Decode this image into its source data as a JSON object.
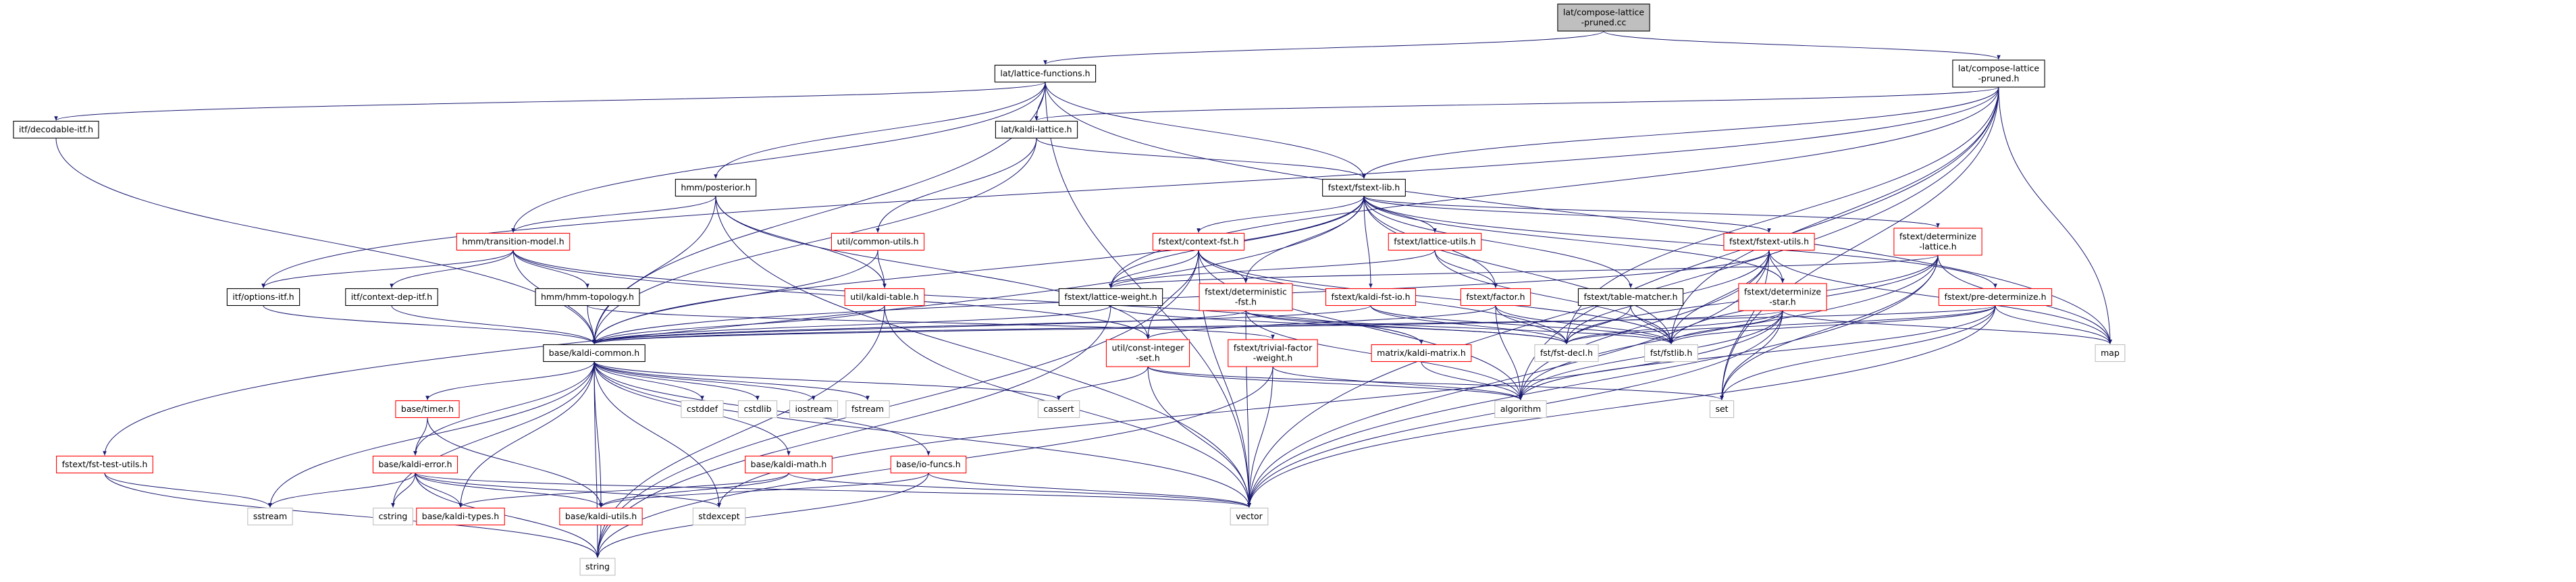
{
  "colors": {
    "root_fill": "#bfbfbf",
    "node_fill": "#ffffff",
    "border_black": "#000000",
    "border_red": "#ff0000",
    "border_gray": "#bfbfbf",
    "edge": "#191970"
  },
  "nodes": [
    {
      "id": "compose-lattice-pruned-cc",
      "lines": [
        "lat/compose-lattice",
        "-pruned.cc"
      ],
      "border": "root"
    },
    {
      "id": "lattice-functions-h",
      "lines": [
        "lat/lattice-functions.h"
      ],
      "border": "black"
    },
    {
      "id": "compose-lattice-pruned-h",
      "lines": [
        "lat/compose-lattice",
        "-pruned.h"
      ],
      "border": "black"
    },
    {
      "id": "decodable-itf-h",
      "lines": [
        "itf/decodable-itf.h"
      ],
      "border": "black"
    },
    {
      "id": "kaldi-lattice-h",
      "lines": [
        "lat/kaldi-lattice.h"
      ],
      "border": "black"
    },
    {
      "id": "posterior-h",
      "lines": [
        "hmm/posterior.h"
      ],
      "border": "black"
    },
    {
      "id": "fstext-lib-h",
      "lines": [
        "fstext/fstext-lib.h"
      ],
      "border": "black"
    },
    {
      "id": "transition-model-h",
      "lines": [
        "hmm/transition-model.h"
      ],
      "border": "red"
    },
    {
      "id": "common-utils-h",
      "lines": [
        "util/common-utils.h"
      ],
      "border": "red"
    },
    {
      "id": "context-fst-h",
      "lines": [
        "fstext/context-fst.h"
      ],
      "border": "red"
    },
    {
      "id": "lattice-utils-h",
      "lines": [
        "fstext/lattice-utils.h"
      ],
      "border": "red"
    },
    {
      "id": "fstext-utils-h",
      "lines": [
        "fstext/fstext-utils.h"
      ],
      "border": "red"
    },
    {
      "id": "determinize-lattice-h",
      "lines": [
        "fstext/determinize",
        "-lattice.h"
      ],
      "border": "red"
    },
    {
      "id": "options-itf-h",
      "lines": [
        "itf/options-itf.h"
      ],
      "border": "black"
    },
    {
      "id": "context-dep-itf-h",
      "lines": [
        "itf/context-dep-itf.h"
      ],
      "border": "black"
    },
    {
      "id": "hmm-topology-h",
      "lines": [
        "hmm/hmm-topology.h"
      ],
      "border": "black"
    },
    {
      "id": "kaldi-table-h",
      "lines": [
        "util/kaldi-table.h"
      ],
      "border": "red"
    },
    {
      "id": "lattice-weight-h",
      "lines": [
        "fstext/lattice-weight.h"
      ],
      "border": "black"
    },
    {
      "id": "deterministic-fst-h",
      "lines": [
        "fstext/deterministic",
        "-fst.h"
      ],
      "border": "red"
    },
    {
      "id": "kaldi-fst-io-h",
      "lines": [
        "fstext/kaldi-fst-io.h"
      ],
      "border": "red"
    },
    {
      "id": "factor-h",
      "lines": [
        "fstext/factor.h"
      ],
      "border": "red"
    },
    {
      "id": "table-matcher-h",
      "lines": [
        "fstext/table-matcher.h"
      ],
      "border": "black"
    },
    {
      "id": "determinize-star-h",
      "lines": [
        "fstext/determinize",
        "-star.h"
      ],
      "border": "red"
    },
    {
      "id": "pre-determinize-h",
      "lines": [
        "fstext/pre-determinize.h"
      ],
      "border": "red"
    },
    {
      "id": "kaldi-common-h",
      "lines": [
        "base/kaldi-common.h"
      ],
      "border": "black"
    },
    {
      "id": "const-integer-set-h",
      "lines": [
        "util/const-integer",
        "-set.h"
      ],
      "border": "red"
    },
    {
      "id": "trivial-factor-weight-h",
      "lines": [
        "fstext/trivial-factor",
        "-weight.h"
      ],
      "border": "red"
    },
    {
      "id": "kaldi-matrix-h",
      "lines": [
        "matrix/kaldi-matrix.h"
      ],
      "border": "red"
    },
    {
      "id": "fst-decl-h",
      "lines": [
        "fst/fst-decl.h"
      ],
      "border": "gray"
    },
    {
      "id": "fstlib-h",
      "lines": [
        "fst/fstlib.h"
      ],
      "border": "gray"
    },
    {
      "id": "map",
      "lines": [
        "map"
      ],
      "border": "gray"
    },
    {
      "id": "fstext-test-utils-h",
      "lines": [
        "fstext/fst-test-utils.h"
      ],
      "border": "red"
    },
    {
      "id": "timer-h",
      "lines": [
        "base/timer.h"
      ],
      "border": "red"
    },
    {
      "id": "cstddef",
      "lines": [
        "cstddef"
      ],
      "border": "gray"
    },
    {
      "id": "cstdlib",
      "lines": [
        "cstdlib"
      ],
      "border": "gray"
    },
    {
      "id": "iostream",
      "lines": [
        "iostream"
      ],
      "border": "gray"
    },
    {
      "id": "fstream",
      "lines": [
        "fstream"
      ],
      "border": "gray"
    },
    {
      "id": "cassert",
      "lines": [
        "cassert"
      ],
      "border": "gray"
    },
    {
      "id": "algorithm",
      "lines": [
        "algorithm"
      ],
      "border": "gray"
    },
    {
      "id": "set",
      "lines": [
        "set"
      ],
      "border": "gray"
    },
    {
      "id": "kaldi-error-h",
      "lines": [
        "base/kaldi-error.h"
      ],
      "border": "red"
    },
    {
      "id": "kaldi-math-h",
      "lines": [
        "base/kaldi-math.h"
      ],
      "border": "red"
    },
    {
      "id": "io-funcs-h",
      "lines": [
        "base/io-funcs.h"
      ],
      "border": "red"
    },
    {
      "id": "sstream",
      "lines": [
        "sstream"
      ],
      "border": "gray"
    },
    {
      "id": "cstring",
      "lines": [
        "cstring"
      ],
      "border": "gray"
    },
    {
      "id": "kaldi-types-h",
      "lines": [
        "base/kaldi-types.h"
      ],
      "border": "red"
    },
    {
      "id": "kaldi-utils-h",
      "lines": [
        "base/kaldi-utils.h"
      ],
      "border": "red"
    },
    {
      "id": "stdexcept",
      "lines": [
        "stdexcept"
      ],
      "border": "gray"
    },
    {
      "id": "vector",
      "lines": [
        "vector"
      ],
      "border": "gray"
    },
    {
      "id": "string",
      "lines": [
        "string"
      ],
      "border": "gray"
    }
  ],
  "edges": [
    [
      "compose-lattice-pruned-cc",
      "lattice-functions-h"
    ],
    [
      "compose-lattice-pruned-cc",
      "compose-lattice-pruned-h"
    ],
    [
      "lattice-functions-h",
      "decodable-itf-h"
    ],
    [
      "lattice-functions-h",
      "kaldi-lattice-h"
    ],
    [
      "lattice-functions-h",
      "posterior-h"
    ],
    [
      "lattice-functions-h",
      "fstext-lib-h"
    ],
    [
      "lattice-functions-h",
      "transition-model-h"
    ],
    [
      "lattice-functions-h",
      "kaldi-common-h"
    ],
    [
      "lattice-functions-h",
      "map"
    ],
    [
      "lattice-functions-h",
      "vector"
    ],
    [
      "compose-lattice-pruned-h",
      "kaldi-lattice-h"
    ],
    [
      "compose-lattice-pruned-h",
      "fstext-lib-h"
    ],
    [
      "compose-lattice-pruned-h",
      "fst-decl-h"
    ],
    [
      "compose-lattice-pruned-h",
      "fstlib-h"
    ],
    [
      "compose-lattice-pruned-h",
      "map"
    ],
    [
      "compose-lattice-pruned-h",
      "set"
    ],
    [
      "compose-lattice-pruned-h",
      "vector"
    ],
    [
      "compose-lattice-pruned-h",
      "algorithm"
    ],
    [
      "compose-lattice-pruned-h",
      "lattice-weight-h"
    ],
    [
      "compose-lattice-pruned-h",
      "options-itf-h"
    ],
    [
      "decodable-itf-h",
      "kaldi-common-h"
    ],
    [
      "kaldi-lattice-h",
      "fstext-lib-h"
    ],
    [
      "kaldi-lattice-h",
      "common-utils-h"
    ],
    [
      "kaldi-lattice-h",
      "kaldi-common-h"
    ],
    [
      "posterior-h",
      "transition-model-h"
    ],
    [
      "posterior-h",
      "kaldi-common-h"
    ],
    [
      "posterior-h",
      "kaldi-table-h"
    ],
    [
      "posterior-h",
      "const-integer-set-h"
    ],
    [
      "posterior-h",
      "vector"
    ],
    [
      "fstext-lib-h",
      "context-fst-h"
    ],
    [
      "fstext-lib-h",
      "lattice-utils-h"
    ],
    [
      "fstext-lib-h",
      "fstext-utils-h"
    ],
    [
      "fstext-lib-h",
      "determinize-lattice-h"
    ],
    [
      "fstext-lib-h",
      "lattice-weight-h"
    ],
    [
      "fstext-lib-h",
      "deterministic-fst-h"
    ],
    [
      "fstext-lib-h",
      "kaldi-fst-io-h"
    ],
    [
      "fstext-lib-h",
      "factor-h"
    ],
    [
      "fstext-lib-h",
      "table-matcher-h"
    ],
    [
      "fstext-lib-h",
      "determinize-star-h"
    ],
    [
      "fstext-lib-h",
      "pre-determinize-h"
    ],
    [
      "fstext-lib-h",
      "fstlib-h"
    ],
    [
      "fstext-lib-h",
      "fstext-test-utils-h"
    ],
    [
      "fstext-lib-h",
      "kaldi-common-h"
    ],
    [
      "transition-model-h",
      "options-itf-h"
    ],
    [
      "transition-model-h",
      "context-dep-itf-h"
    ],
    [
      "transition-model-h",
      "hmm-topology-h"
    ],
    [
      "transition-model-h",
      "kaldi-common-h"
    ],
    [
      "transition-model-h",
      "const-integer-set-h"
    ],
    [
      "transition-model-h",
      "kaldi-matrix-h"
    ],
    [
      "common-utils-h",
      "kaldi-table-h"
    ],
    [
      "common-utils-h",
      "kaldi-common-h"
    ],
    [
      "context-fst-h",
      "lattice-weight-h"
    ],
    [
      "context-fst-h",
      "deterministic-fst-h"
    ],
    [
      "context-fst-h",
      "const-integer-set-h"
    ],
    [
      "context-fst-h",
      "fst-decl-h"
    ],
    [
      "context-fst-h",
      "fstlib-h"
    ],
    [
      "context-fst-h",
      "algorithm"
    ],
    [
      "context-fst-h",
      "string"
    ],
    [
      "context-fst-h",
      "vector"
    ],
    [
      "lattice-utils-h",
      "factor-h"
    ],
    [
      "lattice-utils-h",
      "fstlib-h"
    ],
    [
      "lattice-utils-h",
      "lattice-weight-h"
    ],
    [
      "fstext-utils-h",
      "determinize-star-h"
    ],
    [
      "fstext-utils-h",
      "fst-decl-h"
    ],
    [
      "fstext-utils-h",
      "fstlib-h"
    ],
    [
      "fstext-utils-h",
      "map"
    ],
    [
      "fstext-utils-h",
      "set"
    ],
    [
      "fstext-utils-h",
      "vector"
    ],
    [
      "fstext-utils-h",
      "algorithm"
    ],
    [
      "fstext-utils-h",
      "kaldi-common-h"
    ],
    [
      "determinize-lattice-h",
      "lattice-weight-h"
    ],
    [
      "determinize-lattice-h",
      "fst-decl-h"
    ],
    [
      "determinize-lattice-h",
      "fstlib-h"
    ],
    [
      "determinize-lattice-h",
      "algorithm"
    ],
    [
      "determinize-lattice-h",
      "map"
    ],
    [
      "determinize-lattice-h",
      "set"
    ],
    [
      "determinize-lattice-h",
      "vector"
    ],
    [
      "options-itf-h",
      "kaldi-common-h"
    ],
    [
      "context-dep-itf-h",
      "kaldi-common-h"
    ],
    [
      "hmm-topology-h",
      "kaldi-common-h"
    ],
    [
      "hmm-topology-h",
      "trivial-factor-weight-h"
    ],
    [
      "kaldi-table-h",
      "kaldi-common-h"
    ],
    [
      "kaldi-table-h",
      "string"
    ],
    [
      "kaldi-table-h",
      "vector"
    ],
    [
      "lattice-weight-h",
      "kaldi-common-h"
    ],
    [
      "lattice-weight-h",
      "fst-decl-h"
    ],
    [
      "lattice-weight-h",
      "string"
    ],
    [
      "deterministic-fst-h",
      "fst-decl-h"
    ],
    [
      "deterministic-fst-h",
      "fstlib-h"
    ],
    [
      "deterministic-fst-h",
      "algorithm"
    ],
    [
      "deterministic-fst-h",
      "vector"
    ],
    [
      "deterministic-fst-h",
      "kaldi-common-h"
    ],
    [
      "kaldi-fst-io-h",
      "fst-decl-h"
    ],
    [
      "kaldi-fst-io-h",
      "fstlib-h"
    ],
    [
      "kaldi-fst-io-h",
      "kaldi-common-h"
    ],
    [
      "factor-h",
      "fst-decl-h"
    ],
    [
      "factor-h",
      "fstlib-h"
    ],
    [
      "factor-h",
      "const-integer-set-h"
    ],
    [
      "factor-h",
      "algorithm"
    ],
    [
      "table-matcher-h",
      "fst-decl-h"
    ],
    [
      "table-matcher-h",
      "fstlib-h"
    ],
    [
      "determinize-star-h",
      "fst-decl-h"
    ],
    [
      "determinize-star-h",
      "fstlib-h"
    ],
    [
      "determinize-star-h",
      "algorithm"
    ],
    [
      "determinize-star-h",
      "map"
    ],
    [
      "determinize-star-h",
      "set"
    ],
    [
      "determinize-star-h",
      "vector"
    ],
    [
      "determinize-star-h",
      "stdexcept"
    ],
    [
      "determinize-star-h",
      "kaldi-common-h"
    ],
    [
      "pre-determinize-h",
      "fst-decl-h"
    ],
    [
      "pre-determinize-h",
      "fstlib-h"
    ],
    [
      "pre-determinize-h",
      "algorithm"
    ],
    [
      "pre-determinize-h",
      "map"
    ],
    [
      "pre-determinize-h",
      "set"
    ],
    [
      "pre-determinize-h",
      "vector"
    ],
    [
      "pre-determinize-h",
      "kaldi-common-h"
    ],
    [
      "fstext-test-utils-h",
      "sstream"
    ],
    [
      "fstext-test-utils-h",
      "string"
    ],
    [
      "kaldi-common-h",
      "timer-h"
    ],
    [
      "kaldi-common-h",
      "cstddef"
    ],
    [
      "kaldi-common-h",
      "cstdlib"
    ],
    [
      "kaldi-common-h",
      "iostream"
    ],
    [
      "kaldi-common-h",
      "fstream"
    ],
    [
      "kaldi-common-h",
      "cassert"
    ],
    [
      "kaldi-common-h",
      "kaldi-error-h"
    ],
    [
      "kaldi-common-h",
      "kaldi-math-h"
    ],
    [
      "kaldi-common-h",
      "io-funcs-h"
    ],
    [
      "kaldi-common-h",
      "sstream"
    ],
    [
      "kaldi-common-h",
      "cstring"
    ],
    [
      "kaldi-common-h",
      "kaldi-types-h"
    ],
    [
      "kaldi-common-h",
      "kaldi-utils-h"
    ],
    [
      "kaldi-common-h",
      "stdexcept"
    ],
    [
      "kaldi-common-h",
      "vector"
    ],
    [
      "kaldi-common-h",
      "string"
    ],
    [
      "const-integer-set-h",
      "cassert"
    ],
    [
      "const-integer-set-h",
      "vector"
    ],
    [
      "const-integer-set-h",
      "set"
    ],
    [
      "const-integer-set-h",
      "algorithm"
    ],
    [
      "trivial-factor-weight-h",
      "algorithm"
    ],
    [
      "trivial-factor-weight-h",
      "vector"
    ],
    [
      "trivial-factor-weight-h",
      "string"
    ],
    [
      "kaldi-matrix-h",
      "algorithm"
    ],
    [
      "timer-h",
      "kaldi-error-h"
    ],
    [
      "timer-h",
      "kaldi-utils-h"
    ],
    [
      "kaldi-error-h",
      "kaldi-types-h"
    ],
    [
      "kaldi-error-h",
      "kaldi-utils-h"
    ],
    [
      "kaldi-error-h",
      "sstream"
    ],
    [
      "kaldi-error-h",
      "cstring"
    ],
    [
      "kaldi-error-h",
      "stdexcept"
    ],
    [
      "kaldi-error-h",
      "string"
    ],
    [
      "kaldi-error-h",
      "vector"
    ],
    [
      "kaldi-math-h",
      "kaldi-types-h"
    ],
    [
      "kaldi-math-h",
      "kaldi-utils-h"
    ],
    [
      "kaldi-math-h",
      "vector"
    ],
    [
      "io-funcs-h",
      "kaldi-utils-h"
    ],
    [
      "io-funcs-h",
      "string"
    ],
    [
      "io-funcs-h",
      "vector"
    ],
    [
      "kaldi-utils-h",
      "string"
    ]
  ]
}
